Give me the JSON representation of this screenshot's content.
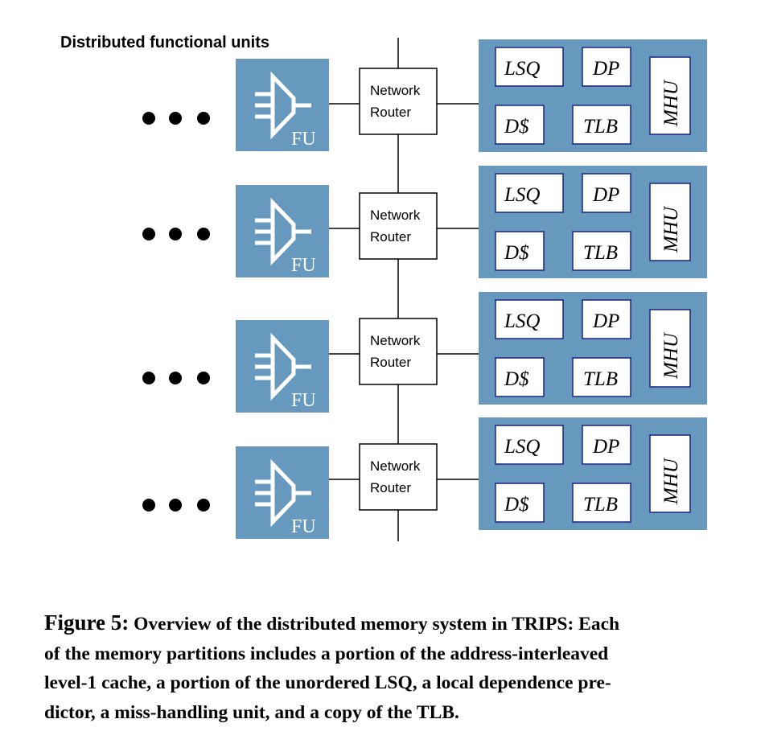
{
  "title": "Distributed functional units",
  "router_label_line1": "Network",
  "router_label_line2": "Router",
  "fu_label": "FU",
  "mem_labels": {
    "lsq": "LSQ",
    "dp": "DP",
    "dcache": "D$",
    "tlb": "TLB",
    "mhu": "MHU"
  },
  "rows": 4,
  "colors": {
    "block_fill": "#6699bd",
    "box_border": "#1a237e",
    "line": "#000000",
    "text_white": "#ffffff"
  },
  "caption": {
    "figure_label": "Figure 5:",
    "lines": [
      "Overview of the distributed memory system in TRIPS: Each",
      "of the memory partitions includes a portion of the address-interleaved",
      "level-1 cache, a portion of the unordered LSQ, a local dependence pre-",
      "dictor, a miss-handling unit, and a copy of the TLB."
    ]
  }
}
